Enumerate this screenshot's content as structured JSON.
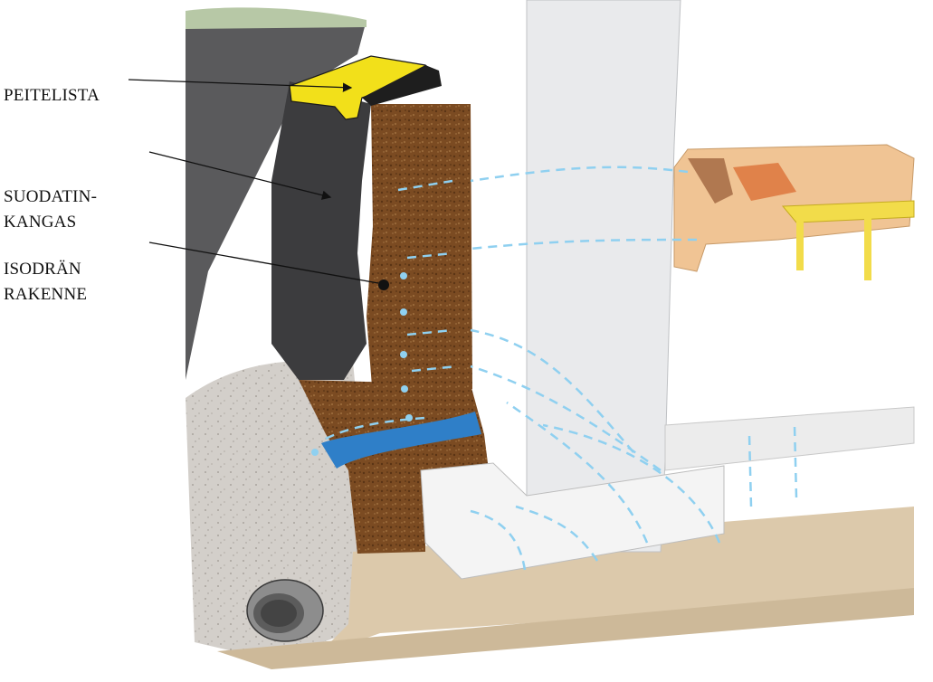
{
  "labels": {
    "cover_strip": "PEITELISTA",
    "filter_fabric_line1": "SUODATIN-",
    "filter_fabric_line2": "KANGAS",
    "isodran_line1": "ISODRÄN",
    "isodran_line2": "RAKENNE"
  },
  "colors": {
    "cover_strip": "#f2e01a",
    "fabric": "#3c3c3e",
    "insulation": "#7a4a22",
    "water": "#8fd0f0",
    "membrane": "#2f7fc8",
    "wall": "#e9eaec",
    "gravel": "#cfcbc6",
    "floor_base": "#dcc9ab",
    "sofa": "#f0c494",
    "table": "#f2dc4a"
  },
  "icons": [
    "drain-pipe-icon",
    "sofa-icon",
    "table-icon",
    "water-drop-icon"
  ]
}
